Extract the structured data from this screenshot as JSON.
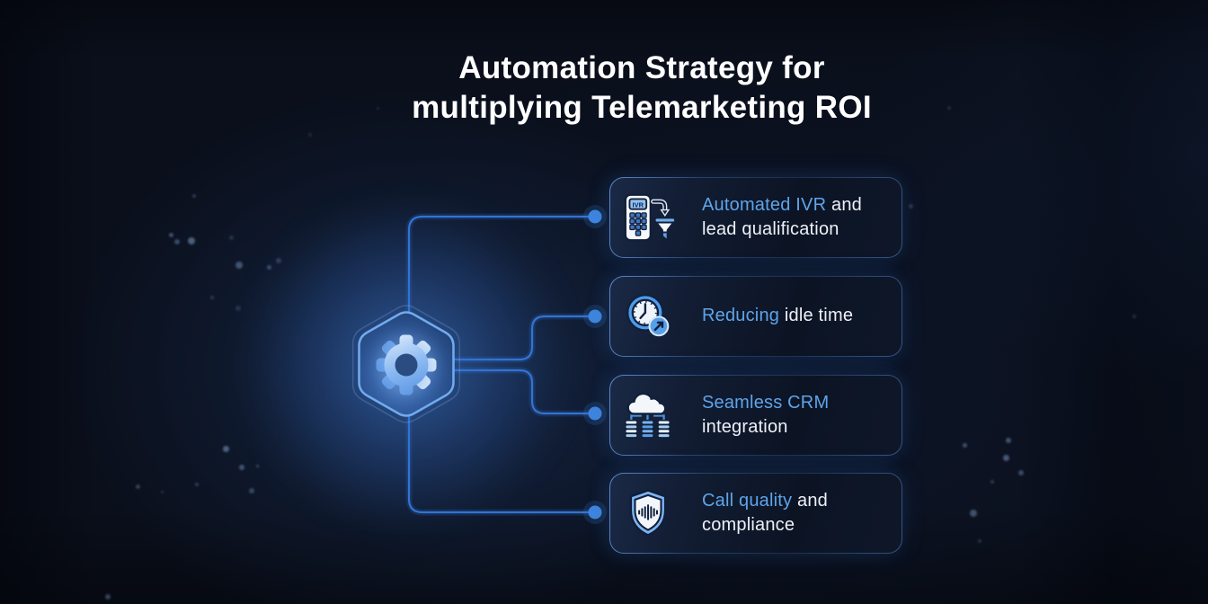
{
  "title": {
    "line1": "Automation Strategy for",
    "line2": "multiplying Telemarketing ROI"
  },
  "cards": [
    {
      "highlight": "Automated IVR",
      "rest": " and lead qualification",
      "icon": "ivr-keypad-funnel-icon"
    },
    {
      "highlight": "Reducing",
      "rest": " idle time",
      "icon": "clock-trend-arrow-icon"
    },
    {
      "highlight": "Seamless CRM",
      "rest": " integration",
      "icon": "cloud-database-sync-icon"
    },
    {
      "highlight": "Call quality",
      "rest": " and compliance",
      "icon": "shield-voice-waveform-icon"
    }
  ],
  "center_node": {
    "shape": "hexagon",
    "icon": "gear-icon",
    "ivr_screen_label": "IVR"
  },
  "colors": {
    "background": "#0a0f1b",
    "accent_blue": "#5ea4ea",
    "text_primary": "#edf1f7",
    "title_text": "#ffffff",
    "connector_line": "#3273d2",
    "connector_dot": "#3f86e0",
    "card_background": "#0e1727",
    "card_border": "#33558c",
    "hexagon_border": "#71abef",
    "icon_outline": "#10203c",
    "icon_fill_light": "#f3f7fc",
    "icon_fill_blue": "#5d9fe6"
  }
}
